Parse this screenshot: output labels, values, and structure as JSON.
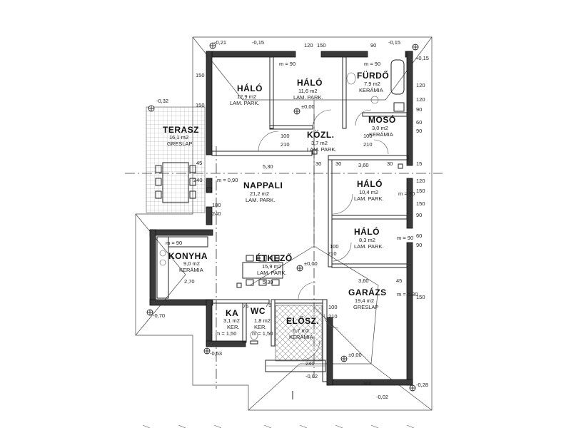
{
  "rooms": [
    {
      "id": "halo1",
      "name": "HÁLÓ",
      "area": "12,9 m2",
      "floor": "LAM. PARK."
    },
    {
      "id": "halo2",
      "name": "HÁLÓ",
      "area": "11,6 m2",
      "floor": "LAM. PARK."
    },
    {
      "id": "furdo",
      "name": "FÜRDŐ",
      "area": "7,9 m2",
      "floor": "KERÁMIA"
    },
    {
      "id": "moso",
      "name": "MOSÓ",
      "area": "3,0 m2",
      "floor": "KERÁMIA"
    },
    {
      "id": "kozl",
      "name": "KÖZL.",
      "area": "3,7 m2",
      "floor": "LAM. PARK."
    },
    {
      "id": "terasz",
      "name": "TERASZ",
      "area": "16,1 m2",
      "floor": "GRESLAP"
    },
    {
      "id": "nappali",
      "name": "NAPPALI",
      "area": "21,2 m2",
      "floor": "LAM. PARK."
    },
    {
      "id": "halo3",
      "name": "HÁLÓ",
      "area": "10,4 m2",
      "floor": "LAM. PARK."
    },
    {
      "id": "halo4",
      "name": "HÁLÓ",
      "area": "8,3 m2",
      "floor": "LAM. PARK."
    },
    {
      "id": "konyha",
      "name": "KONYHA",
      "area": "9,0 m2",
      "floor": "KERÁMIA"
    },
    {
      "id": "etkezo",
      "name": "ÉTKEZŐ",
      "area": "15,9 m2",
      "floor": "LAM. PARK."
    },
    {
      "id": "garazs",
      "name": "GARÁZS",
      "area": "19,4 m2",
      "floor": "GRESLAP"
    },
    {
      "id": "kamra",
      "name": "KA",
      "area": "3,1 m2",
      "floor": "KER."
    },
    {
      "id": "wc",
      "name": "WC",
      "area": "1,8 m2",
      "floor": "KER."
    },
    {
      "id": "elosz",
      "name": "ELŐSZ.",
      "area": "6,7 m2",
      "floor": "KERÁMIA"
    }
  ],
  "levels": [
    {
      "id": "lvl1",
      "text": "-0,21"
    },
    {
      "id": "lvl2",
      "text": "-0,15"
    },
    {
      "id": "lvl3",
      "text": "-0,15"
    },
    {
      "id": "lvl4",
      "text": "+0,15"
    },
    {
      "id": "lvl5",
      "text": "-0,32"
    },
    {
      "id": "lvl6",
      "text": "±0,00"
    },
    {
      "id": "lvl7",
      "text": "±0,00"
    },
    {
      "id": "lvl8",
      "text": "±0,00"
    },
    {
      "id": "lvl9",
      "text": "-0,70"
    },
    {
      "id": "lvl10",
      "text": "-0,53"
    },
    {
      "id": "lvl11",
      "text": "-0,02"
    },
    {
      "id": "lvl12",
      "text": "-0,02"
    },
    {
      "id": "lvl13",
      "text": "-0,28"
    }
  ],
  "dimensions": [
    {
      "id": "d1",
      "text": "m = 90"
    },
    {
      "id": "d2",
      "text": "m = 90"
    },
    {
      "id": "d3",
      "text": "m = 90"
    },
    {
      "id": "d4",
      "text": "m = 1,50"
    },
    {
      "id": "d5",
      "text": "m = 1,50"
    },
    {
      "id": "d6",
      "text": "5,30"
    },
    {
      "id": "d7",
      "text": "5,30"
    },
    {
      "id": "d8",
      "text": "3,60"
    },
    {
      "id": "d9",
      "text": "3,60"
    },
    {
      "id": "d10",
      "text": "2,70"
    },
    {
      "id": "d11",
      "text": "100"
    },
    {
      "id": "d12",
      "text": "210"
    },
    {
      "id": "d13",
      "text": "100"
    },
    {
      "id": "d14",
      "text": "210"
    },
    {
      "id": "d15",
      "text": "100"
    },
    {
      "id": "d16",
      "text": "210"
    },
    {
      "id": "d17",
      "text": "100"
    },
    {
      "id": "d18",
      "text": "210"
    },
    {
      "id": "d19",
      "text": "180"
    },
    {
      "id": "d20",
      "text": "240"
    },
    {
      "id": "d21",
      "text": "120"
    },
    {
      "id": "d22",
      "text": "150"
    },
    {
      "id": "d23",
      "text": "90"
    },
    {
      "id": "d24",
      "text": "150"
    },
    {
      "id": "d25",
      "text": "150"
    },
    {
      "id": "d26",
      "text": "45"
    },
    {
      "id": "d27",
      "text": "240"
    },
    {
      "id": "d28",
      "text": "300"
    },
    {
      "id": "d29",
      "text": "240"
    },
    {
      "id": "d30",
      "text": "30"
    },
    {
      "id": "d31",
      "text": "30"
    },
    {
      "id": "d32",
      "text": "30"
    },
    {
      "id": "d33",
      "text": "15"
    },
    {
      "id": "d34",
      "text": "60"
    },
    {
      "id": "d35",
      "text": "90"
    },
    {
      "id": "d36",
      "text": "120"
    },
    {
      "id": "d37",
      "text": "150"
    },
    {
      "id": "d38",
      "text": "60"
    },
    {
      "id": "d39",
      "text": "45"
    },
    {
      "id": "d40",
      "text": "75"
    },
    {
      "id": "d41",
      "text": "120"
    },
    {
      "id": "d42",
      "text": "150"
    },
    {
      "id": "d43",
      "text": "75"
    },
    {
      "id": "d44",
      "text": "90"
    },
    {
      "id": "d45",
      "text": "90"
    },
    {
      "id": "d46",
      "text": "150"
    },
    {
      "id": "d47",
      "text": "m = 1,80"
    },
    {
      "id": "d48",
      "text": "m = 90"
    },
    {
      "id": "d49",
      "text": "m = 90"
    },
    {
      "id": "d50",
      "text": "m = 0,90"
    },
    {
      "id": "d51",
      "text": "120"
    },
    {
      "id": "d52",
      "text": "90"
    }
  ]
}
